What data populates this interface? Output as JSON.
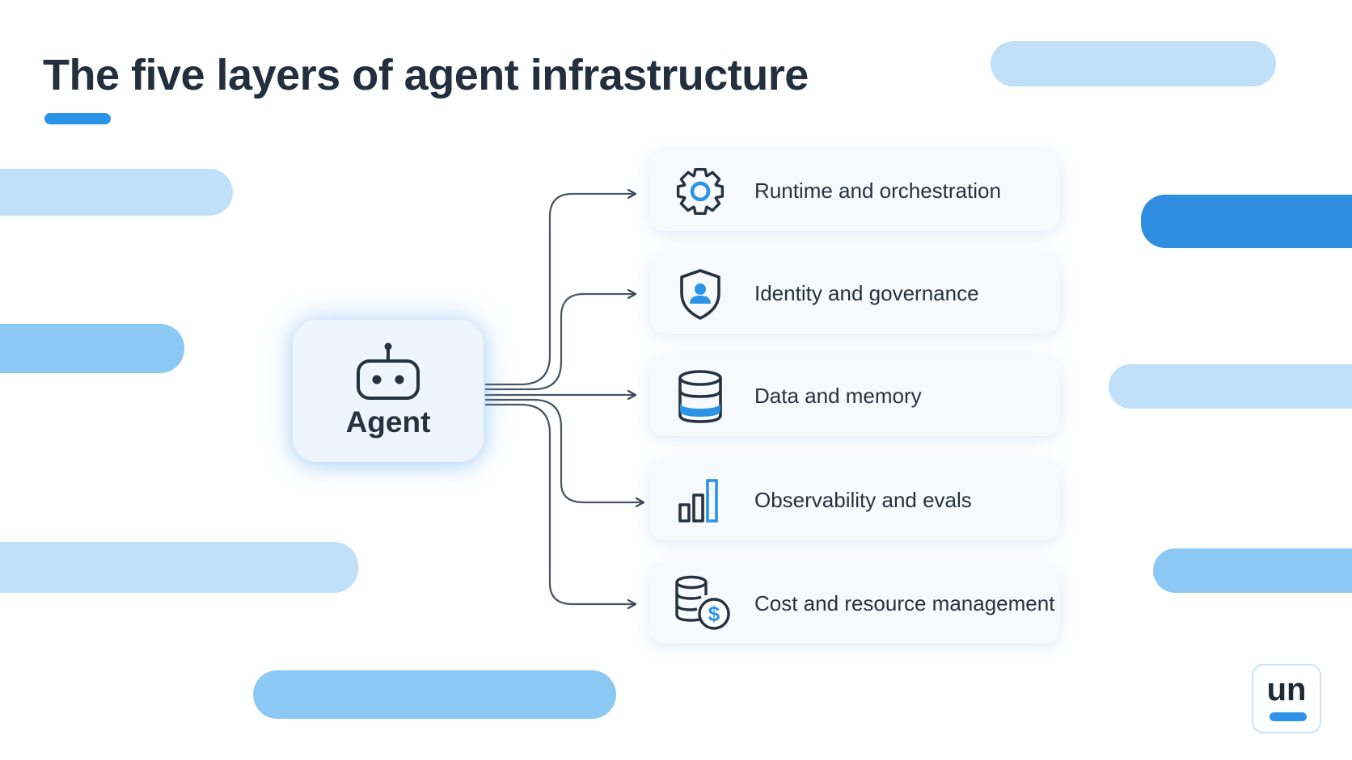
{
  "title": "The five layers of agent infrastructure",
  "agent": {
    "label": "Agent",
    "icon": "robot-icon"
  },
  "layers": [
    {
      "label": "Runtime and orchestration",
      "icon": "gear-icon"
    },
    {
      "label": "Identity and governance",
      "icon": "shield-user-icon"
    },
    {
      "label": "Data and memory",
      "icon": "database-icon"
    },
    {
      "label": "Observability and evals",
      "icon": "bar-chart-icon"
    },
    {
      "label": "Cost and resource management",
      "icon": "coins-dollar-icon"
    }
  ],
  "logo": {
    "text": "un"
  },
  "colors": {
    "accent": "#2d93e6",
    "text": "#232f3e",
    "pill_light": "#bfe0f8",
    "pill_mid": "#8cc8f4",
    "pill_dark": "#2f8ee0"
  }
}
